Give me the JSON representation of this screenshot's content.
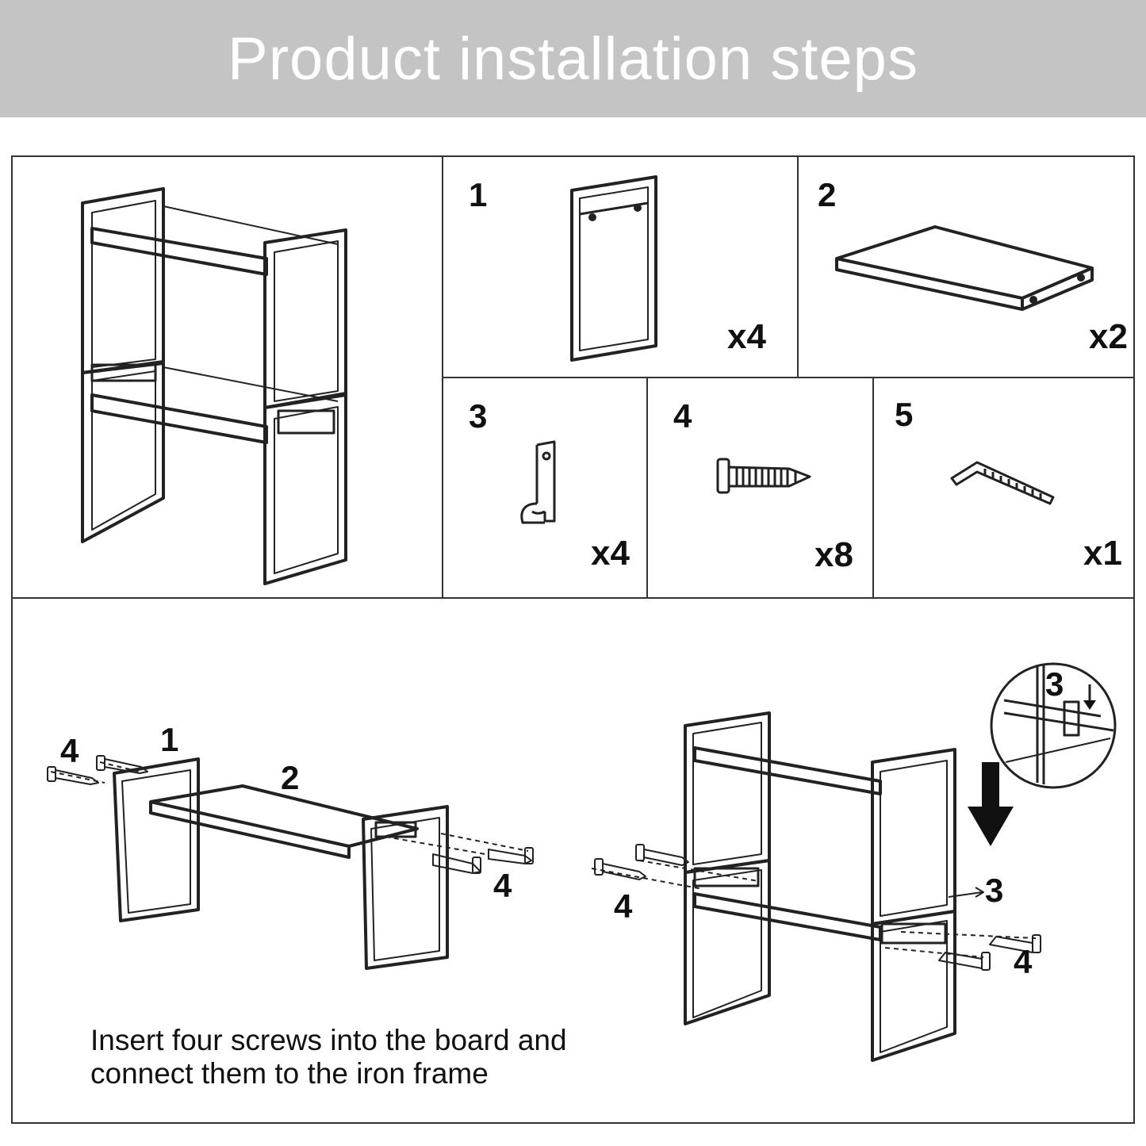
{
  "header": {
    "title": "Product installation steps"
  },
  "parts": [
    {
      "number": "1",
      "quantity": "x4",
      "icon": "side-frame-icon"
    },
    {
      "number": "2",
      "quantity": "x2",
      "icon": "shelf-board-icon"
    },
    {
      "number": "3",
      "quantity": "x4",
      "icon": "bracket-icon"
    },
    {
      "number": "4",
      "quantity": "x8",
      "icon": "screw-icon"
    },
    {
      "number": "5",
      "quantity": "x1",
      "icon": "hex-key-icon"
    }
  ],
  "step1": {
    "labels": [
      "4",
      "1",
      "2",
      "4"
    ]
  },
  "step2": {
    "labels": [
      "3",
      "4",
      "3",
      "4"
    ]
  },
  "caption": {
    "line1": "Insert four screws into the board and",
    "line2": "connect them to the iron frame"
  }
}
